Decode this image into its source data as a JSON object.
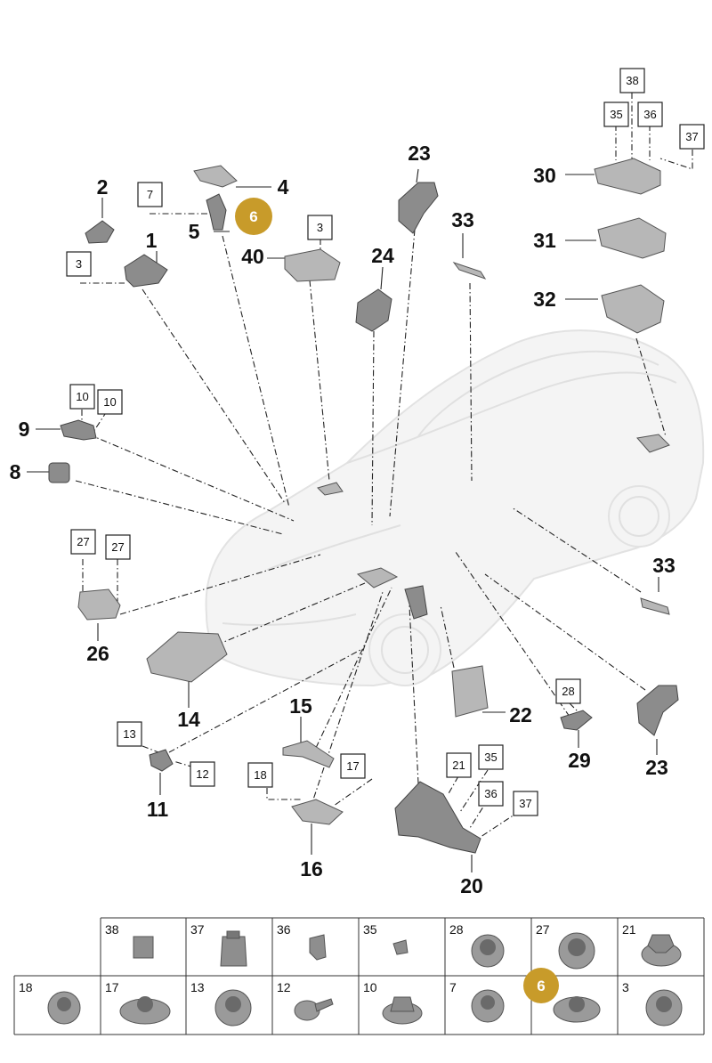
{
  "callouts": {
    "c1": "1",
    "c2": "2",
    "c4": "4",
    "c5": "5",
    "c8": "8",
    "c9": "9",
    "c11": "11",
    "c14": "14",
    "c15": "15",
    "c16": "16",
    "c20": "20",
    "c22": "22",
    "c23a": "23",
    "c23b": "23",
    "c24": "24",
    "c26": "26",
    "c29": "29",
    "c30": "30",
    "c31": "31",
    "c32": "32",
    "c33a": "33",
    "c33b": "33",
    "c40": "40"
  },
  "ref_boxes": {
    "b7": "7",
    "b3a": "3",
    "b3b": "3",
    "b10a": "10",
    "b10b": "10",
    "b27a": "27",
    "b27b": "27",
    "b13": "13",
    "b12": "12",
    "b18": "18",
    "b17": "17",
    "b21": "21",
    "b35a": "35",
    "b35b": "35",
    "b36a": "36",
    "b36b": "36",
    "b37a": "37",
    "b37b": "37",
    "b38": "38",
    "b28": "28"
  },
  "highlight": {
    "label": "6",
    "color": "#c89b2a"
  },
  "hardware_table": {
    "row1": [
      "38",
      "37",
      "36",
      "35",
      "28",
      "27",
      "21"
    ],
    "row2": [
      "18",
      "17",
      "13",
      "12",
      "10",
      "7",
      "",
      "3"
    ],
    "highlight_label": "6"
  }
}
